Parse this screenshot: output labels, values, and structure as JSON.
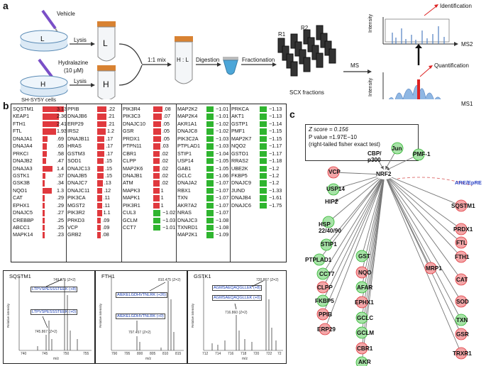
{
  "panel_a": {
    "label": "a",
    "vehicle": "Vehicle",
    "hydralazine": "Hydralazine",
    "concentration": "(10 μM)",
    "dish_light": "L",
    "dish_heavy": "H",
    "cells": "SH-SY5Y cells",
    "lysis1": "Lysis",
    "lysis2": "Lysis",
    "tube_L": "L",
    "tube_H": "H",
    "mix": "1:1 mix",
    "tube_mix": "H : L",
    "digestion": "Digestion",
    "fractionation": "Fractionation",
    "r1": "R1",
    "r2": "R2",
    "scx": "SCX fractions",
    "ms": "MS",
    "identification": "Identification",
    "quantification": "Quantification",
    "intensity1": "Intensity",
    "intensity2": "Intensity",
    "ms2": "MS2",
    "ms1": "MS1"
  },
  "panel_b": {
    "label": "b",
    "columns": [
      [
        {
          "gene": "SQSTM1",
          "value": "3.13",
          "bar": 1.0
        },
        {
          "gene": "KEAP1",
          "value": "2.36",
          "bar": 0.75
        },
        {
          "gene": "FTH1",
          "value": "2.41",
          "bar": 0.77
        },
        {
          "gene": "FTL",
          "value": "1.93",
          "bar": 0.62
        },
        {
          "gene": "DNAJA1",
          "value": ".69",
          "bar": 0.22
        },
        {
          "gene": "DNAJA4",
          "value": ".65",
          "bar": 0.21
        },
        {
          "gene": "PRKCI",
          "value": ".58",
          "bar": 0.19
        },
        {
          "gene": "DNAJB2",
          "value": ".47",
          "bar": 0.15
        },
        {
          "gene": "DNAJA3",
          "value": "1.4",
          "bar": 0.45
        },
        {
          "gene": "GSTK1",
          "value": ".37",
          "bar": 0.12
        },
        {
          "gene": "GSK3B",
          "value": ".34",
          "bar": 0.11
        },
        {
          "gene": "NQO1",
          "value": "1.3",
          "bar": 0.42
        },
        {
          "gene": "CAT",
          "value": ".29",
          "bar": 0.09
        },
        {
          "gene": "EPHX1",
          "value": ".29",
          "bar": 0.09
        },
        {
          "gene": "DNAJC5",
          "value": ".27",
          "bar": 0.09
        },
        {
          "gene": "CREBBP",
          "value": ".25",
          "bar": 0.08
        },
        {
          "gene": "ABCC1",
          "value": ".25",
          "bar": 0.08
        },
        {
          "gene": "MAPK14",
          "value": ".23",
          "bar": 0.07
        }
      ],
      [
        {
          "gene": "PPIB",
          "value": ".22",
          "bar": 0.22
        },
        {
          "gene": "DNAJB6",
          "value": ".21",
          "bar": 0.21
        },
        {
          "gene": "ERP29",
          "value": ".21",
          "bar": 0.21
        },
        {
          "gene": "IRS2",
          "value": "1.2",
          "bar": 0.2
        },
        {
          "gene": "DNAJB11",
          "value": ".17",
          "bar": 0.17
        },
        {
          "gene": "HRAS",
          "value": ".17",
          "bar": 0.17
        },
        {
          "gene": "GSTM3",
          "value": ".17",
          "bar": 0.17
        },
        {
          "gene": "SOD1",
          "value": ".15",
          "bar": 0.15
        },
        {
          "gene": "DNAJC13",
          "value": ".15",
          "bar": 0.15
        },
        {
          "gene": "DNAJB5",
          "value": ".15",
          "bar": 0.15
        },
        {
          "gene": "DNAJC7",
          "value": ".13",
          "bar": 0.13
        },
        {
          "gene": "DNAJC11",
          "value": ".12",
          "bar": 0.12
        },
        {
          "gene": "PIK3CA",
          "value": ".11",
          "bar": 0.11
        },
        {
          "gene": "MGST2",
          "value": ".11",
          "bar": 0.11
        },
        {
          "gene": "PIK3R2",
          "value": "1.1",
          "bar": 0.11
        },
        {
          "gene": "PRKD3",
          "value": ".09",
          "bar": 0.09
        },
        {
          "gene": "VCP",
          "value": ".09",
          "bar": 0.09
        },
        {
          "gene": "GRB2",
          "value": ".08",
          "bar": 0.08
        }
      ],
      [
        {
          "gene": "PIK3R4",
          "value": ".08",
          "bar": 0.08,
          "up": true
        },
        {
          "gene": "PIK3C3",
          "value": ".07",
          "bar": 0.07,
          "up": true
        },
        {
          "gene": "DNAJC10",
          "value": ".05",
          "bar": 0.05,
          "up": true
        },
        {
          "gene": "GSR",
          "value": ".05",
          "bar": 0.05,
          "up": true
        },
        {
          "gene": "PRDX1",
          "value": ".05",
          "bar": 0.05,
          "up": true
        },
        {
          "gene": "PTPN11",
          "value": ".03",
          "bar": 0.03,
          "up": true
        },
        {
          "gene": "CBR1",
          "value": ".02",
          "bar": 0.02,
          "up": true
        },
        {
          "gene": "CLPP",
          "value": ".02",
          "bar": 0.02,
          "up": true
        },
        {
          "gene": "MAP2K6",
          "value": ".02",
          "bar": 0.02,
          "up": true
        },
        {
          "gene": "DNAJB1",
          "value": ".02",
          "bar": 0.02,
          "up": true
        },
        {
          "gene": "ATM",
          "value": ".02",
          "bar": 0.02,
          "up": true
        },
        {
          "gene": "MAPK3",
          "value": "1",
          "bar": 0.01,
          "up": true
        },
        {
          "gene": "MAPK1",
          "value": "1",
          "bar": 0.01,
          "up": true
        },
        {
          "gene": "PIK3R1",
          "value": "1",
          "bar": 0.01,
          "up": true
        },
        {
          "gene": "CUL3",
          "value": "−1.02",
          "bar": 0.02,
          "up": false
        },
        {
          "gene": "GCLM",
          "value": "−1.03",
          "bar": 0.03,
          "up": false
        },
        {
          "gene": "CCT7",
          "value": "−1.01",
          "bar": 0.01,
          "up": false
        }
      ],
      [
        {
          "gene": "MAP2K2",
          "value": "−1.01"
        },
        {
          "gene": "MAP2K4",
          "value": "−1.01"
        },
        {
          "gene": "AKR1A1",
          "value": "−1.02"
        },
        {
          "gene": "DNAJC8",
          "value": "−1.02"
        },
        {
          "gene": "PIK3C2A",
          "value": "−1.03"
        },
        {
          "gene": "PTPLAD1",
          "value": "−1.03"
        },
        {
          "gene": "STIP1",
          "value": "−1.04"
        },
        {
          "gene": "USP14",
          "value": "−1.05"
        },
        {
          "gene": "GAB1",
          "value": "−1.05"
        },
        {
          "gene": "GCLC",
          "value": "−1.06"
        },
        {
          "gene": "DNAJA2",
          "value": "−1.07"
        },
        {
          "gene": "RBX1",
          "value": "−1.07"
        },
        {
          "gene": "TXN",
          "value": "−1.07"
        },
        {
          "gene": "AKR7A2",
          "value": "−1.07"
        },
        {
          "gene": "NRAS",
          "value": "−1.07"
        },
        {
          "gene": "DNAJC3",
          "value": "−1.08"
        },
        {
          "gene": "TXNRD1",
          "value": "−1.08"
        },
        {
          "gene": "MAP2K1",
          "value": "−1.09"
        }
      ],
      [
        {
          "gene": "PRKCA",
          "value": "−1.13"
        },
        {
          "gene": "AKT1",
          "value": "−1.13"
        },
        {
          "gene": "GSTP1",
          "value": "−1.14"
        },
        {
          "gene": "PMF1",
          "value": "−1.15"
        },
        {
          "gene": "MAP2K7",
          "value": "−1.15"
        },
        {
          "gene": "NQO2",
          "value": "−1.17"
        },
        {
          "gene": "GSTO1",
          "value": "−1.17"
        },
        {
          "gene": "RRAS2",
          "value": "−1.18"
        },
        {
          "gene": "UBE2K",
          "value": "−1.2"
        },
        {
          "gene": "FKBP5",
          "value": "−1.2"
        },
        {
          "gene": "DNAJC9",
          "value": "−1.2"
        },
        {
          "gene": "JUND",
          "value": "−1.33"
        },
        {
          "gene": "DNAJB4",
          "value": "−1.61"
        },
        {
          "gene": "DNAJC6",
          "value": "−1.75"
        }
      ]
    ],
    "spectra": [
      {
        "title": "SQSTM1",
        "pep_heavy": "LTPVSPESSSTEEK (+8)",
        "pep_light": "LTPVSPESSSTEEK (+0)",
        "mz_heavy": "749.875 (Z=2)",
        "mz_light": "745.867 (Z=2)",
        "xlabel": "m/z",
        "ylabel": "Relative intensity",
        "ticks": [
          "740",
          "745",
          "750",
          "755"
        ]
      },
      {
        "title": "FTH1",
        "pep_heavy": "AIEKELGDHVTNLRK (+26)",
        "pep_light": "AIEKELGDHVTNLRK (+0)",
        "mz_heavy": "810.475 (Z=2)",
        "mz_light": "797.457 (Z=2)",
        "xlabel": "m/z",
        "ylabel": "Relative intensity",
        "ticks": [
          "790",
          "795",
          "800",
          "805",
          "810",
          "815"
        ]
      },
      {
        "title": "GSTK1",
        "pep_heavy": "AGMSAEQAQGLLEK (+8)",
        "pep_light": "AGMSAEQAQGLLEK (+0)",
        "mz_heavy": "720.867 (Z=2)",
        "mz_light": "716.860 (Z=2)",
        "xlabel": "m/z",
        "ylabel": "Relative intensity",
        "ticks": [
          "712",
          "714",
          "716",
          "718",
          "720",
          "722",
          "72"
        ]
      }
    ]
  },
  "panel_c": {
    "label": "c",
    "zscore": "Z score = 0.156",
    "pvalue": "P value =1.97E−10",
    "test": "(right-tailed fisher exact test)",
    "hub": "NRF2",
    "are": "ARE/EpRE",
    "nodes": {
      "jun": "Jun",
      "cbp": "CBP/\np300",
      "pmf1": "PMF-1",
      "vcp": "VCP",
      "usp14": "USP14",
      "hip2": "HIP2",
      "hsp": "HSP\n22/40/90",
      "stip1": "STIP1",
      "ptplad1": "PTPLAD1",
      "cct7": "CCT7",
      "clpp": "CLPP",
      "fkbp5": "FKBP5",
      "ppib": "PPIB",
      "erp29": "ERP29",
      "gst": "GST",
      "nqo": "NQO",
      "afar": "AFAR",
      "ephx1": "EPHX1",
      "gclc": "GCLC",
      "gclm": "GCLM",
      "cbr1": "CBR1",
      "akr": "AKR",
      "mrp1": "MRP1",
      "sqstm1": "SQSTM1",
      "prdx1": "PRDX1",
      "ftl": "FTL",
      "fth1": "FTH1",
      "cat": "CAT",
      "sod": "SOD",
      "txn": "TXN",
      "gsr": "GSR",
      "trxr1": "TRXR1"
    },
    "colors": {
      "up": "#e0393e",
      "down": "#2fb52f",
      "up_light": "#f4a6a8",
      "down_light": "#a6e3a6"
    }
  }
}
